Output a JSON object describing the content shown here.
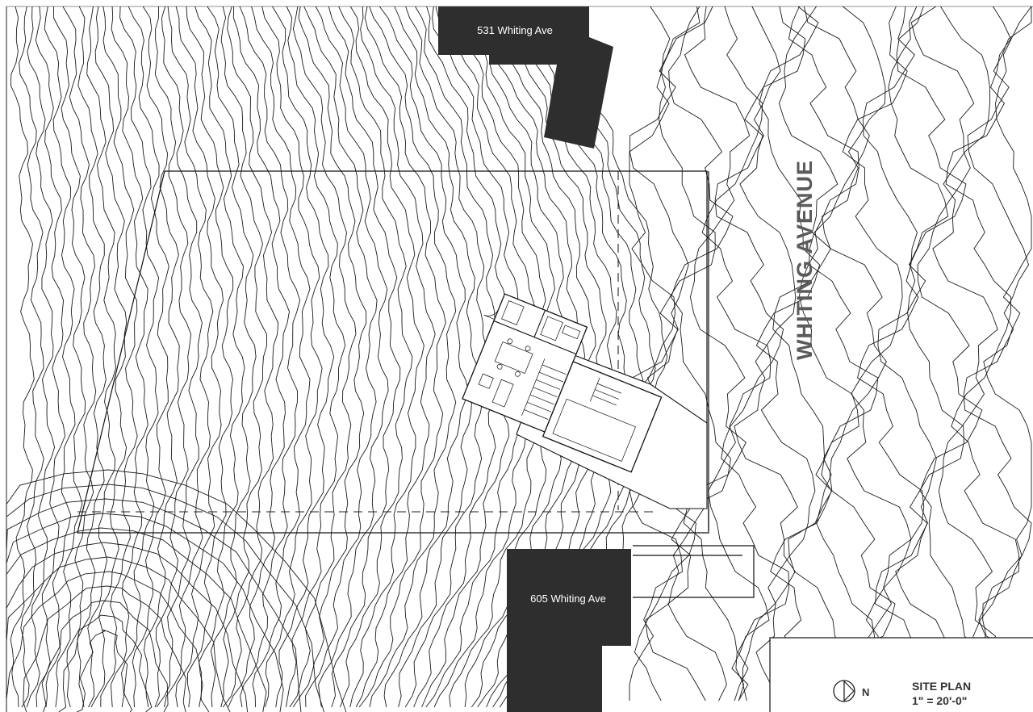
{
  "site_plan": {
    "street_name": "WHITING AVENUE",
    "neighbors": [
      {
        "label": "531 Whiting Ave"
      },
      {
        "label": "605 Whiting Ave"
      }
    ],
    "title_block": {
      "title": "SITE PLAN",
      "scale": "1\" = 20'-0\"",
      "north_label": "N"
    }
  },
  "icons": {
    "north_arrow": "north-arrow-icon"
  }
}
